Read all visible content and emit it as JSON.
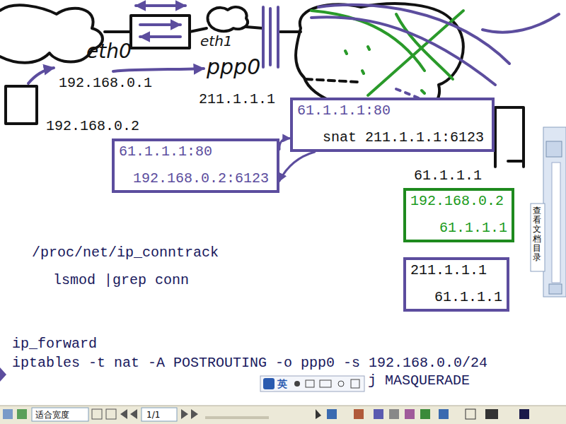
{
  "diagram": {
    "nodes": [
      {
        "text": [
          "61.1.1.1:80",
          "192.168.0.2:6123"
        ]
      },
      {
        "text": [
          "61.1.1.1:80",
          "snat 211.1.1.1:6123"
        ]
      },
      {
        "text": [
          "192.168.0.2",
          "61.1.1.1"
        ]
      },
      {
        "text": [
          "211.1.1.1",
          "61.1.1.1"
        ]
      }
    ],
    "edges": [
      {
        "from": 0,
        "to": 1,
        "arrow": "to"
      },
      {
        "from": 1,
        "to": 0,
        "arrow": "to"
      }
    ],
    "labels": [
      "eth0",
      "eth1",
      "ppp0",
      "192.168.0.1",
      "211.1.1.1",
      "192.168.0.2",
      "61.1.1.1",
      "/proc/net/ip_conntrack",
      "lsmod |grep conn",
      "ip_forward",
      "iptables -t nat -A POSTROUTING -o ppp0 -s 192.168.0.0/24",
      "j MASQUERADE",
      "英",
      "适合宽度",
      "1/1",
      "查看文档目录"
    ]
  }
}
